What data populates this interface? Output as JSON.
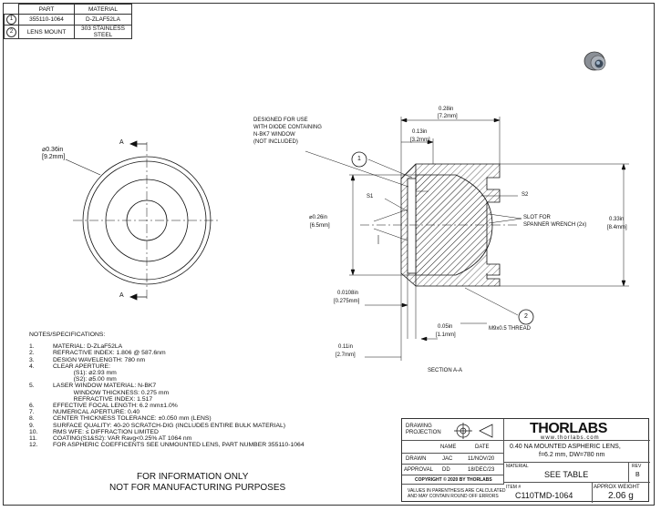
{
  "parts_table": {
    "headers": [
      "PART",
      "MATERIAL"
    ],
    "rows": [
      {
        "num": "1",
        "part": "355110-1064",
        "material": "D-ZLAF52LA"
      },
      {
        "num": "2",
        "part": "LENS MOUNT",
        "material": "303 STAINLESS STEEL"
      }
    ]
  },
  "front_view": {
    "diameter": "⌀0.36in",
    "diameter_mm": "[9.2mm]",
    "section_label_top": "A",
    "section_label_bottom": "A"
  },
  "section_view": {
    "title": "SECTION A-A",
    "designed_note": [
      "DESIGNED FOR USE",
      "WITH DIODE CONTAINING",
      "N-BK7 WINDOW",
      "(NOT INCLUDED)"
    ],
    "dim_overall_w": "0.28in",
    "dim_overall_w_mm": "[7.2mm]",
    "dim_step_w": "0.13in",
    "dim_step_w_mm": "[3.2mm]",
    "dim_lens_d": "⌀0.26in",
    "dim_lens_d_mm": "[6.5mm]",
    "dim_height": "0.33in",
    "dim_height_mm": "[8.4mm]",
    "dim_window": "0.0108in",
    "dim_window_mm": "[0.275mm]",
    "dim_gap": "0.05in",
    "dim_gap_mm": "[1.1mm]",
    "dim_flange": "0.11in",
    "dim_flange_mm": "[2.7mm]",
    "label_s1": "S1",
    "label_s2": "S2",
    "slot_note": [
      "SLOT FOR",
      "SPANNER WRENCH (2x)"
    ],
    "thread_note": "M9x0.5 THREAD",
    "balloon_1": "1",
    "balloon_2": "2"
  },
  "notes": {
    "heading": "NOTES/SPECIFICATIONS:",
    "items": [
      {
        "n": "1.",
        "text": "MATERIAL: D-ZLaF52LA"
      },
      {
        "n": "2.",
        "text": "REFRACTIVE INDEX: 1.806 @ 587.6nm"
      },
      {
        "n": "3.",
        "text": "DESIGN WAVELENGTH: 780 nm"
      },
      {
        "n": "4.",
        "text": "CLEAR APERTURE:"
      },
      {
        "n": "",
        "text": "            (S1): ⌀2.93 mm"
      },
      {
        "n": "",
        "text": "            (S2): ⌀5.00 mm"
      },
      {
        "n": "5.",
        "text": "LASER WINDOW MATERIAL: N-BK7"
      },
      {
        "n": "",
        "text": "            WINDOW THICKNESS: 0.275 mm"
      },
      {
        "n": "",
        "text": "            REFRACTIVE INDEX: 1.517"
      },
      {
        "n": "6.",
        "text": "EFFECTIVE FOCAL LENGTH: 6.2 mm±1.0%"
      },
      {
        "n": "7.",
        "text": "NUMERICAL APERTURE: 0.40"
      },
      {
        "n": "8.",
        "text": "CENTER THICKNESS TOLERANCE: ±0.050 mm (LENS)"
      },
      {
        "n": "9.",
        "text": "SURFACE QUALITY: 40-20 SCRATCH-DIG (INCLUDES ENTIRE BULK MATERIAL)"
      },
      {
        "n": "10.",
        "text": "RMS WFE: ≤ DIFFRACTION LIMITED"
      },
      {
        "n": "11.",
        "text": "COATING(S1&S2): VAR Ravg<0.25% AT 1064 nm"
      },
      {
        "n": "12.",
        "text": "FOR ASPHERIC COEFFICENTS SEE UNMOUNTED LENS, PART NUMBER 355110-1064"
      }
    ]
  },
  "disclaimer": [
    "FOR INFORMATION ONLY",
    "NOT FOR MANUFACTURING PURPOSES"
  ],
  "title_block": {
    "drawing_projection": [
      "DRAWING",
      "PROJECTION"
    ],
    "col_name": "NAME",
    "col_date": "DATE",
    "drawn_label": "DRAWN",
    "drawn_name": "JAC",
    "drawn_date": "11/NOV/20",
    "approval_label": "APPROVAL",
    "approval_name": "DD",
    "approval_date": "18/DEC/23",
    "copyright": "COPYRIGHT © 2020 BY THORLABS",
    "values_note": [
      "VALUES IN PARENTHESIS ARE CALCULATED",
      "AND MAY CONTAIN ROUND OFF ERRORS"
    ],
    "logo": "THORLABS",
    "website": "www.thorlabs.com",
    "description": [
      "0.40 NA MOUNTED ASPHERIC LENS,",
      "f=6.2 mm, DW=780 nm"
    ],
    "material_label": "MATERIAL",
    "material_value": "SEE TABLE",
    "rev_label": "REV",
    "rev_value": "B",
    "item_label": "ITEM #",
    "item_value": "C110TMD-1064",
    "weight_label": "APPROX WEIGHT",
    "weight_value": "2.06 g"
  }
}
